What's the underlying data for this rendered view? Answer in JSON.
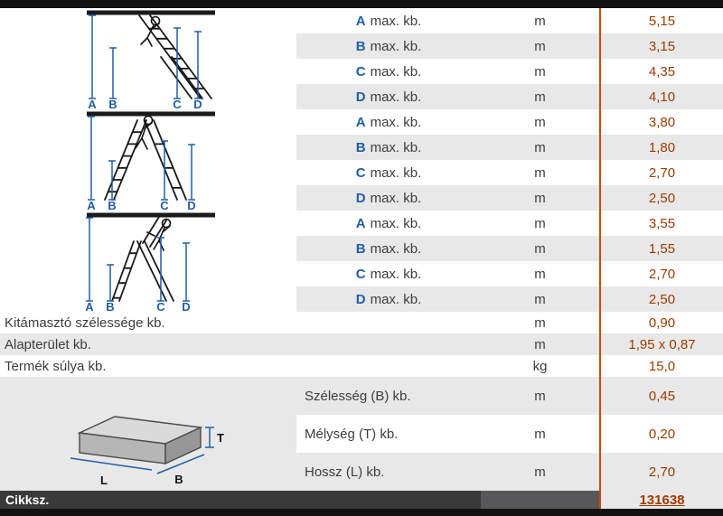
{
  "dim_rows": [
    {
      "letter": "A",
      "label": "max. kb.",
      "unit": "m",
      "value": "5,15"
    },
    {
      "letter": "B",
      "label": "max. kb.",
      "unit": "m",
      "value": "3,15"
    },
    {
      "letter": "C",
      "label": "max. kb.",
      "unit": "m",
      "value": "4,35"
    },
    {
      "letter": "D",
      "label": "max. kb.",
      "unit": "m",
      "value": "4,10"
    },
    {
      "letter": "A",
      "label": "max. kb.",
      "unit": "m",
      "value": "3,80"
    },
    {
      "letter": "B",
      "label": "max. kb.",
      "unit": "m",
      "value": "1,80"
    },
    {
      "letter": "C",
      "label": "max. kb.",
      "unit": "m",
      "value": "2,70"
    },
    {
      "letter": "D",
      "label": "max. kb.",
      "unit": "m",
      "value": "2,50"
    },
    {
      "letter": "A",
      "label": "max. kb.",
      "unit": "m",
      "value": "3,55"
    },
    {
      "letter": "B",
      "label": "max. kb.",
      "unit": "m",
      "value": "1,55"
    },
    {
      "letter": "C",
      "label": "max. kb.",
      "unit": "m",
      "value": "2,70"
    },
    {
      "letter": "D",
      "label": "max. kb.",
      "unit": "m",
      "value": "2,50"
    }
  ],
  "full_rows": [
    {
      "label": "Kitámasztó szélessége kb.",
      "unit": "m",
      "value": "0,90"
    },
    {
      "label": "Alapterület kb.",
      "unit": "m",
      "value": "1,95 x 0,87"
    },
    {
      "label": "Termék súlya kb.",
      "unit": "kg",
      "value": "15,0"
    }
  ],
  "box_rows": [
    {
      "label": "Szélesség (B) kb.",
      "unit": "m",
      "value": "0,45"
    },
    {
      "label": "Mélység (T) kb.",
      "unit": "m",
      "value": "0,20"
    },
    {
      "label": "Hossz (L) kb.",
      "unit": "m",
      "value": "2,70"
    }
  ],
  "footer": {
    "label": "Cikksz.",
    "value": "131638"
  },
  "ladder_letters": [
    "A",
    "B",
    "C",
    "D"
  ],
  "box_letters": {
    "l": "L",
    "b": "B",
    "t": "T"
  },
  "colors": {
    "accent_line": "#cc4a05",
    "value_text": "#9e3a00",
    "dim_letter_blue": "#1f5fa8",
    "row_gray": "#e8e8e8",
    "footer_bg": "#3a3a3a"
  }
}
